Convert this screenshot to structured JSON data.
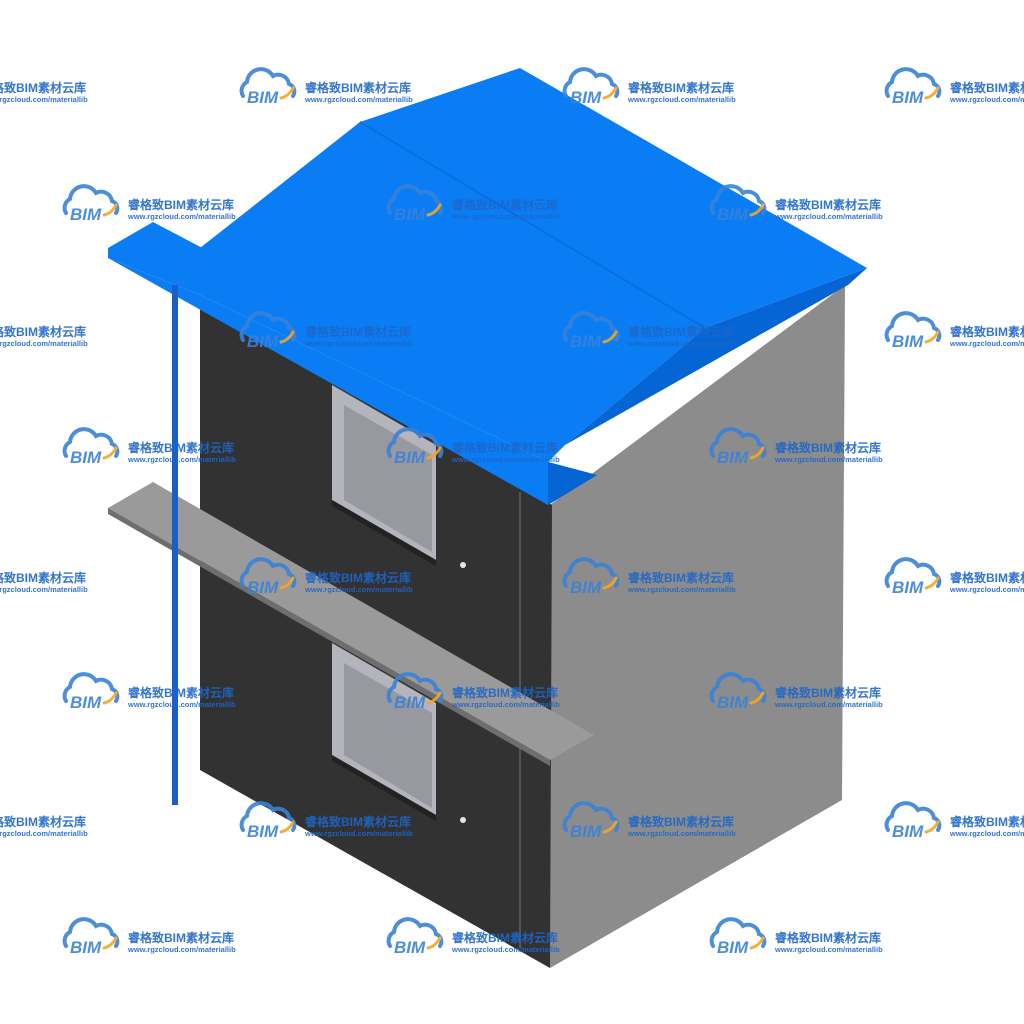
{
  "watermark": {
    "logo_text": "BIM",
    "brand": "睿格致BIM素材云库",
    "url": "www.rgzcloud.com/materiallib",
    "logo_color": "#3a82d8",
    "accent_color": "#f5a623",
    "text_color": "#1e66c8"
  },
  "model": {
    "subject": "two-storey building BIM model, isometric view",
    "colors": {
      "roof": "#0a7df5",
      "roof_shadow": "#0565d4",
      "front_wall": "#323232",
      "side_wall": "#8c8c8c",
      "window_frame": "#b4b4bc",
      "window_glass": "#9898a0",
      "balcony_slab": "#9a9a9a",
      "balcony_edge": "#6e6e6e",
      "downpipe": "#1a5fc8"
    }
  }
}
